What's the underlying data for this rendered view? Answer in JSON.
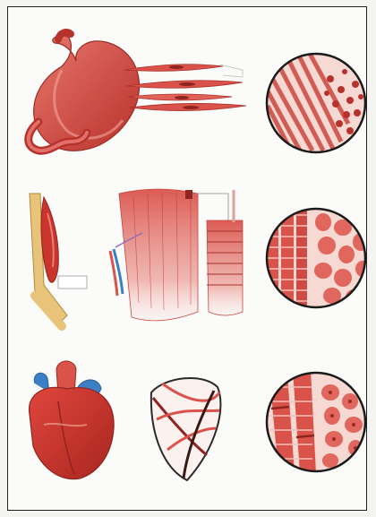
{
  "rows": [
    {
      "organ": "stomach-illustration",
      "cells": "smooth-muscle-fibers",
      "micro": "smooth-muscle-micrograph"
    },
    {
      "organ": "arm-muscle-illustration",
      "cells": "skeletal-muscle-bundle",
      "micro": "skeletal-muscle-micrograph"
    },
    {
      "organ": "heart-illustration",
      "cells": "cardiac-muscle-wall",
      "micro": "cardiac-muscle-micrograph"
    }
  ],
  "colors": {
    "muscle": "#d9534b",
    "muscle_dark": "#b8322c",
    "muscle_light": "#f0a8a0",
    "bone": "#e8c37a",
    "vessel_blue": "#3b7fc4",
    "micro_bg": "#f7d9d3"
  }
}
